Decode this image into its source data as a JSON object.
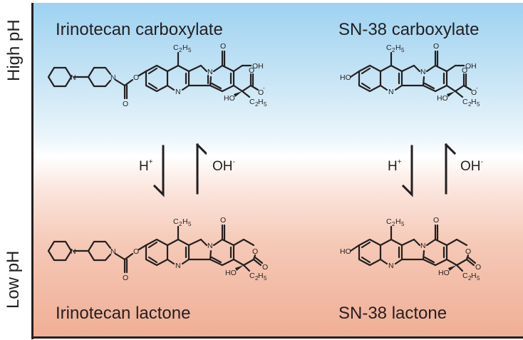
{
  "axes": {
    "y_top_label": "High pH",
    "y_bottom_label": "Low pH"
  },
  "background": {
    "top_color": "#9dd2f1",
    "middle_color": "#ffffff",
    "bottom_color": "#f0ae95"
  },
  "species": {
    "irinotecan_carboxylate": {
      "label": "Irinotecan carboxylate"
    },
    "sn38_carboxylate": {
      "label": "SN-38 carboxylate"
    },
    "irinotecan_lactone": {
      "label": "Irinotecan lactone"
    },
    "sn38_lactone": {
      "label": "SN-38 lactone"
    }
  },
  "equilibria": [
    {
      "forward": "H",
      "forward_charge": "+",
      "reverse": "OH",
      "reverse_charge": "-"
    },
    {
      "forward": "H",
      "forward_charge": "+",
      "reverse": "OH",
      "reverse_charge": "-"
    }
  ],
  "atoms": {
    "N": "N",
    "O": "O",
    "OH": "OH",
    "HO": "HO",
    "C": "C",
    "H": "H",
    "two": "2",
    "five": "5",
    "minus": "-"
  }
}
